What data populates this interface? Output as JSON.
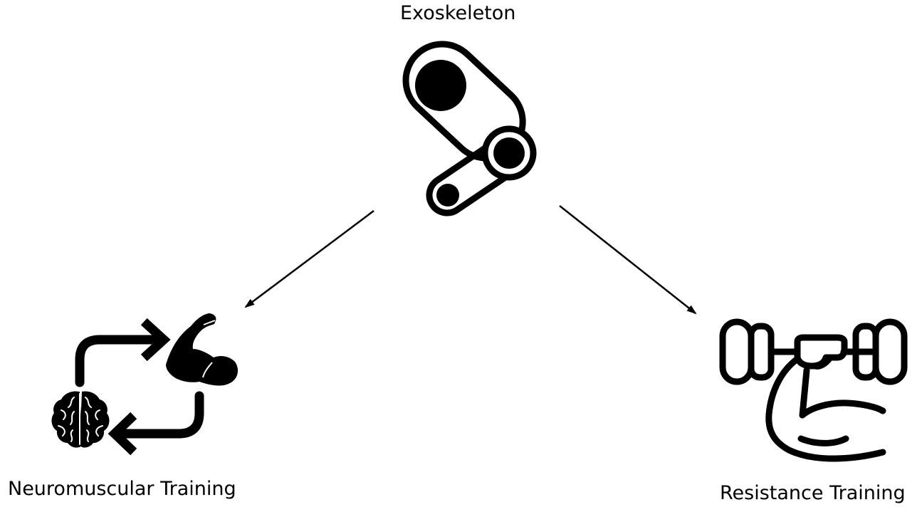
{
  "diagram": {
    "nodes": [
      {
        "id": "exoskeleton",
        "label": "Exoskeleton",
        "icon": "exoskeleton-joint-icon"
      },
      {
        "id": "neuromuscular",
        "label": "Neuromuscular Training",
        "icon": "brain-muscle-loop-icon"
      },
      {
        "id": "resistance",
        "label": "Resistance Training",
        "icon": "arm-dumbbell-icon"
      }
    ],
    "edges": [
      {
        "from": "exoskeleton",
        "to": "neuromuscular"
      },
      {
        "from": "exoskeleton",
        "to": "resistance"
      }
    ],
    "colors": {
      "stroke": "#000000",
      "background": "#ffffff"
    }
  }
}
